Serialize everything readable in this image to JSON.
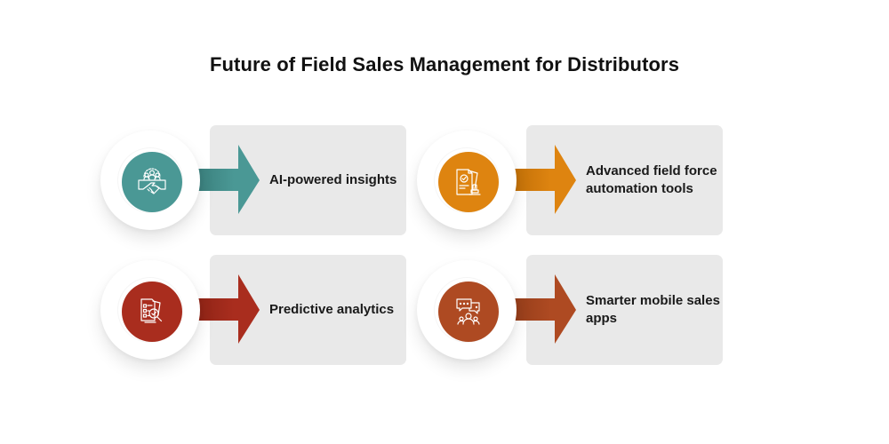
{
  "title": "Future of Field Sales Management for Distributors",
  "items": [
    {
      "label": "AI-powered insights",
      "icon": "team-handshake-gear-icon",
      "color": "#4a9895",
      "color_dark": "#3d8582"
    },
    {
      "label": "Advanced field force automation tools",
      "icon": "document-stamp-approval-icon",
      "color": "#de8410",
      "color_dark": "#c97508"
    },
    {
      "label": "Predictive analytics",
      "icon": "report-magnifier-check-icon",
      "color": "#a92d1e",
      "color_dark": "#962617"
    },
    {
      "label": "Smarter mobile sales apps",
      "icon": "chat-bubbles-people-icon",
      "color": "#ae4a22",
      "color_dark": "#9a3f1c"
    }
  ]
}
